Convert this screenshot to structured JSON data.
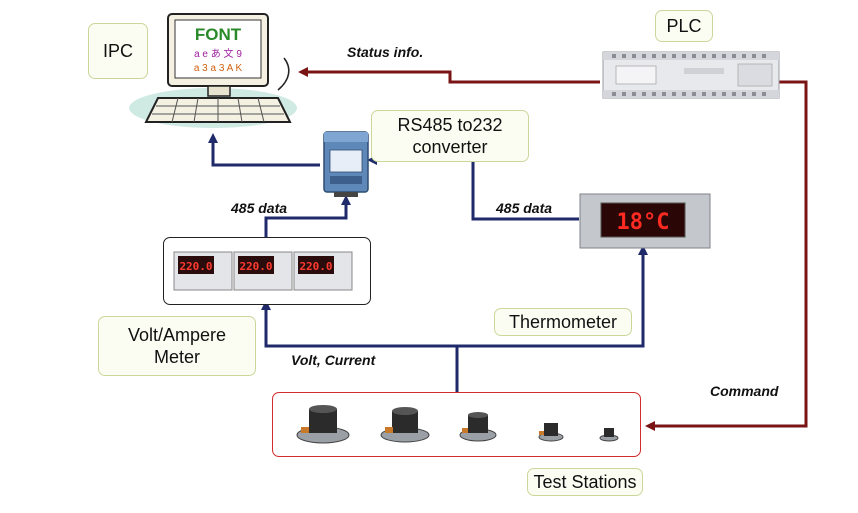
{
  "nodes": {
    "ipc": "IPC",
    "plc": "PLC",
    "converter_line1": "RS485 to232",
    "converter_line2": "converter",
    "meter_line1": "Volt/Ampere",
    "meter_line2": "Meter",
    "thermometer": "Thermometer",
    "test_stations": "Test Stations"
  },
  "edges": {
    "status": "Status info.",
    "meter_data": "485 data",
    "thermo_data": "485 data",
    "volt_current": "Volt, Current",
    "command": "Command"
  },
  "screen": {
    "logo": "FONT",
    "chars_row1": "a e あ 文 9",
    "chars_row2": "a 3 a 3 A K"
  },
  "meter_readings": [
    "220.0",
    "220.0",
    "220.0"
  ],
  "thermometer_reading": "18°C",
  "colors": {
    "data_line": "#1f2a6b",
    "control_line": "#7a1414",
    "label_border": "#c9d89a",
    "station_border": "#d22b2b"
  }
}
